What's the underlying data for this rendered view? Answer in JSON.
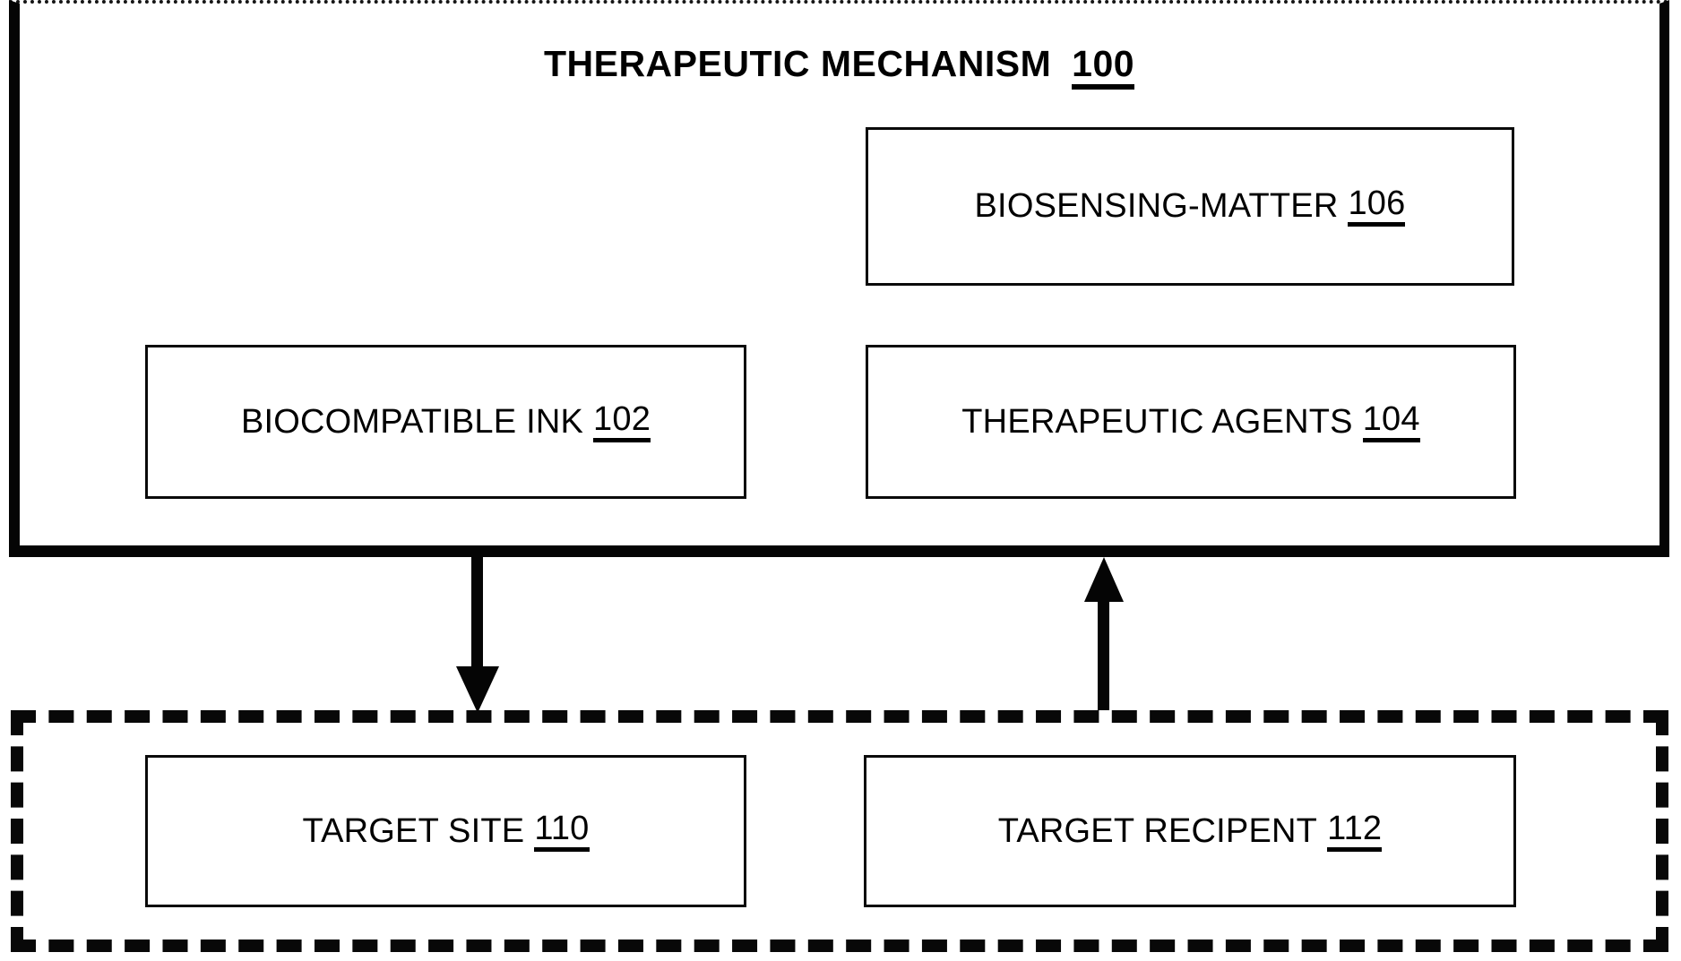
{
  "figure": {
    "title": {
      "label": "THERAPEUTIC MECHANISM",
      "ref": "100"
    },
    "mechanism_boxes": {
      "biosensing_matter": {
        "label": "BIOSENSING-MATTER",
        "ref": "106"
      },
      "biocompatible_ink": {
        "label": "BIOCOMPATIBLE INK",
        "ref": "102"
      },
      "therapeutic_agents": {
        "label": "THERAPEUTIC AGENTS",
        "ref": "104"
      }
    },
    "target_boxes": {
      "target_site": {
        "label": "TARGET SITE",
        "ref": "110"
      },
      "target_recipient": {
        "label": "TARGET RECIPENT",
        "ref": "112"
      }
    },
    "arrows": [
      {
        "name": "down-arrow",
        "direction": "down",
        "from": "100",
        "to": "dashed-target-region"
      },
      {
        "name": "up-arrow",
        "direction": "up",
        "from": "dashed-target-region",
        "to": "100"
      }
    ],
    "colors": {
      "ink": "#000000",
      "background": "#ffffff"
    }
  }
}
